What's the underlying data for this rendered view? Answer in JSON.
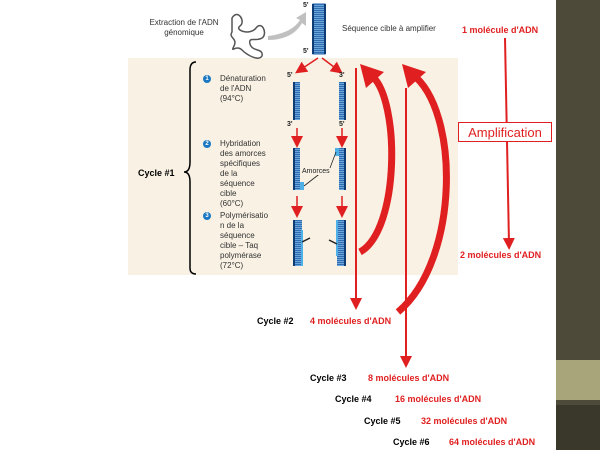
{
  "figure": {
    "extraction_label": "Extraction de l'ADN\ngénomique",
    "target_label": "Séquence cible à amplifier",
    "top_label": "5'",
    "bottom_label": "5'",
    "strand_labels": {
      "left_top": "5'",
      "right_top": "3'",
      "left_bottom": "3'",
      "right_bottom": "5'"
    },
    "primers_label": "Amorces",
    "steps": [
      {
        "number": "1",
        "text": "Dénaturation\nde l'ADN\n(94°C)"
      },
      {
        "number": "2",
        "text": "Hybridation\ndes amorces\nspécifiques\nde la\nséquence\ncible\n(60°C)"
      },
      {
        "number": "3",
        "text": "Polymérisatio\nn de la\nséquence\ncible – Taq\npolymérase\n(72°C)"
      }
    ],
    "cycle_label": "Cycle #1"
  },
  "annotations": {
    "one_molecule": "1 molécule d'ADN",
    "amplification": "Amplification",
    "two_molecules": "2 molécules d'ADN"
  },
  "cycles": [
    {
      "label": "Cycle #2",
      "molecules": "4 molécules d'ADN"
    },
    {
      "label": "Cycle #3",
      "molecules": "8 molécules d'ADN"
    },
    {
      "label": "Cycle #4",
      "molecules": "16 molécules d'ADN"
    },
    {
      "label": "Cycle #5",
      "molecules": "32 molécules d'ADN"
    },
    {
      "label": "Cycle #6",
      "molecules": "64 molécules d'ADN"
    }
  ],
  "colors": {
    "accent_red": "#e02020",
    "dna_blue": "#1f5fa8",
    "sidebar": "#4e4a3a"
  }
}
